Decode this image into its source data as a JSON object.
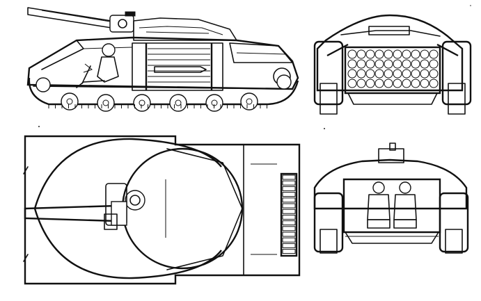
{
  "diagram": {
    "views": [
      {
        "id": "side-view"
      },
      {
        "id": "front-view-ammo"
      },
      {
        "id": "top-view"
      },
      {
        "id": "front-view-crew"
      }
    ]
  }
}
